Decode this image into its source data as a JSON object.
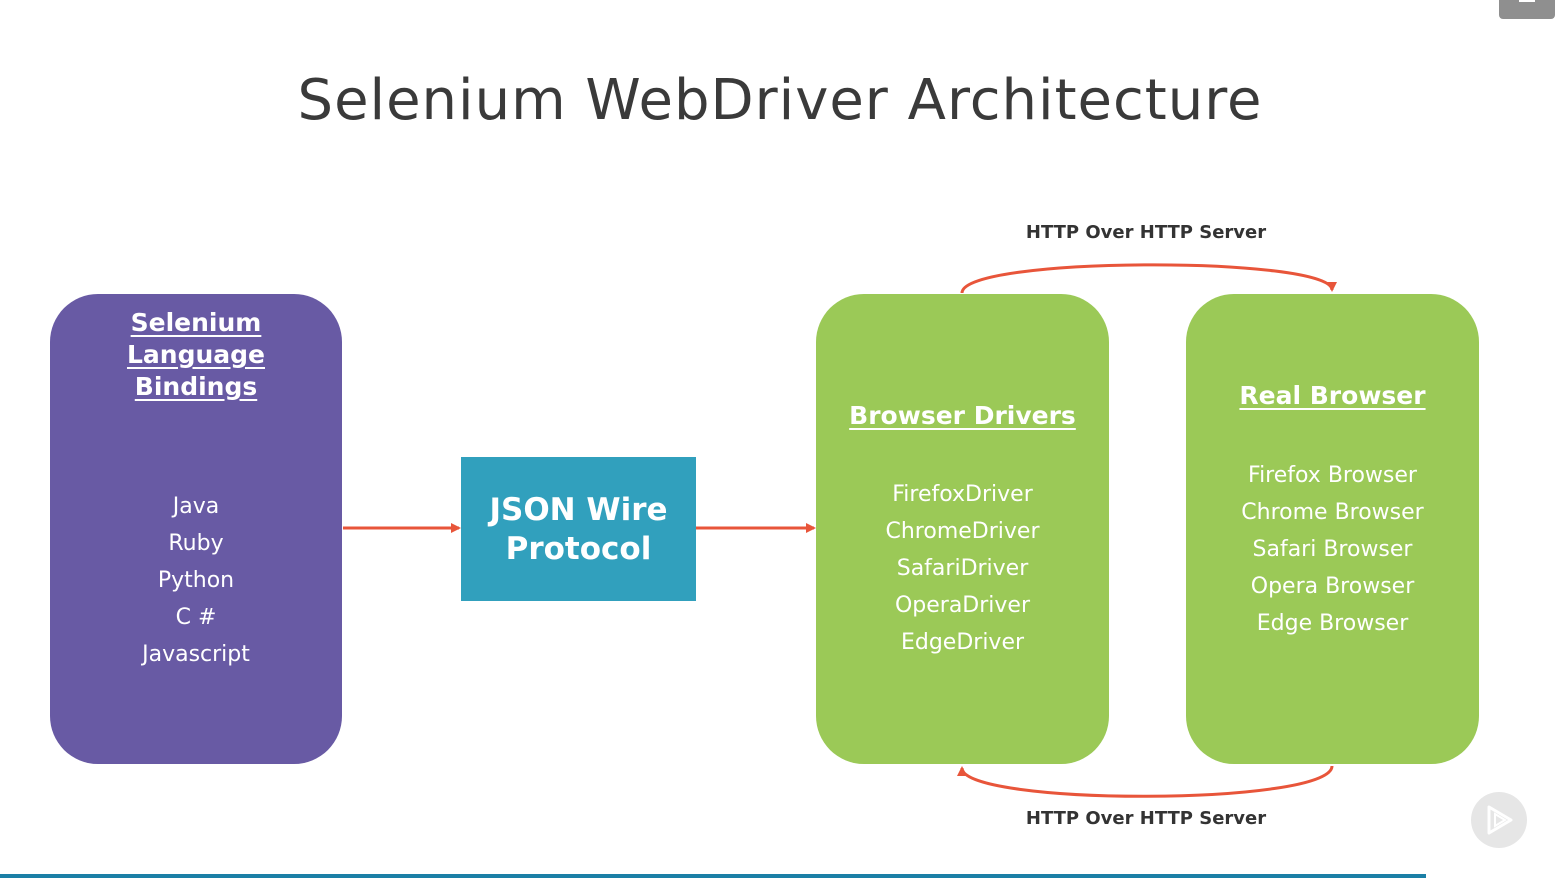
{
  "title": "Selenium WebDriver Architecture",
  "bindings": {
    "heading_lines": [
      "Selenium",
      "Language",
      "Bindings"
    ],
    "items": [
      "Java",
      "Ruby",
      "Python",
      "C #",
      "Javascript"
    ],
    "color": "#685aa4"
  },
  "json_wire": {
    "lines": [
      "JSON Wire",
      "Protocol"
    ],
    "color": "#31a0bd"
  },
  "drivers": {
    "heading": "Browser Drivers",
    "items": [
      "FirefoxDriver",
      "ChromeDriver",
      "SafariDriver",
      "OperaDriver",
      "EdgeDriver"
    ],
    "color": "#9bc957"
  },
  "browsers": {
    "heading": "Real Browser",
    "items": [
      "Firefox Browser",
      "Chrome Browser",
      "Safari Browser",
      "Opera Browser",
      "Edge Browser"
    ],
    "color": "#9bc957"
  },
  "http_top": "HTTP Over HTTP Server",
  "http_bottom": "HTTP Over HTTP Server",
  "arrow_color": "#e8553a",
  "icons": {
    "menu": "menu-icon",
    "play": "play-icon"
  }
}
